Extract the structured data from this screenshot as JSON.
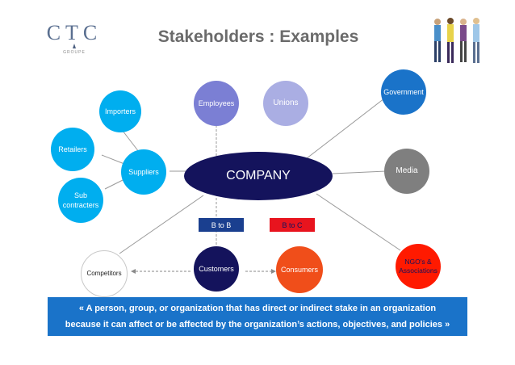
{
  "logo": {
    "letters": "CTC",
    "sub": "GROUPE"
  },
  "title": "Stakeholders : Examples",
  "center": {
    "label": "COMPANY"
  },
  "nodes": {
    "importers": "Importers",
    "retailers": "Retailers",
    "suppliers": "Suppliers",
    "subcontracters_1": "Sub",
    "subcontracters_2": "contracters",
    "employees": "Employees",
    "unions": "Unions",
    "government": "Government",
    "media": "Media",
    "ngos_1": "NGO's &",
    "ngos_2": "Associations",
    "competitors": "Competitors",
    "customers": "Customers",
    "consumers": "Consumers"
  },
  "tags": {
    "btob": "B to B",
    "btoc": "B to C"
  },
  "quote": {
    "line1": "« A person, group, or organization that has direct or indirect stake in an organization",
    "line2": "because it can affect or be affected by the organization’s actions, objectives, and policies »"
  },
  "colors": {
    "cyan": "#00aeef",
    "lavender_dark": "#7b7fd4",
    "lavender_light": "#aaaee3",
    "blue": "#1a73c9",
    "gray": "#7f7f7f",
    "red": "#ff1a00",
    "navy": "#14135c",
    "company": "#14135c",
    "consumers": "#f04e1a",
    "btoc": "#e8141e",
    "btob": "#1a3f8f"
  }
}
